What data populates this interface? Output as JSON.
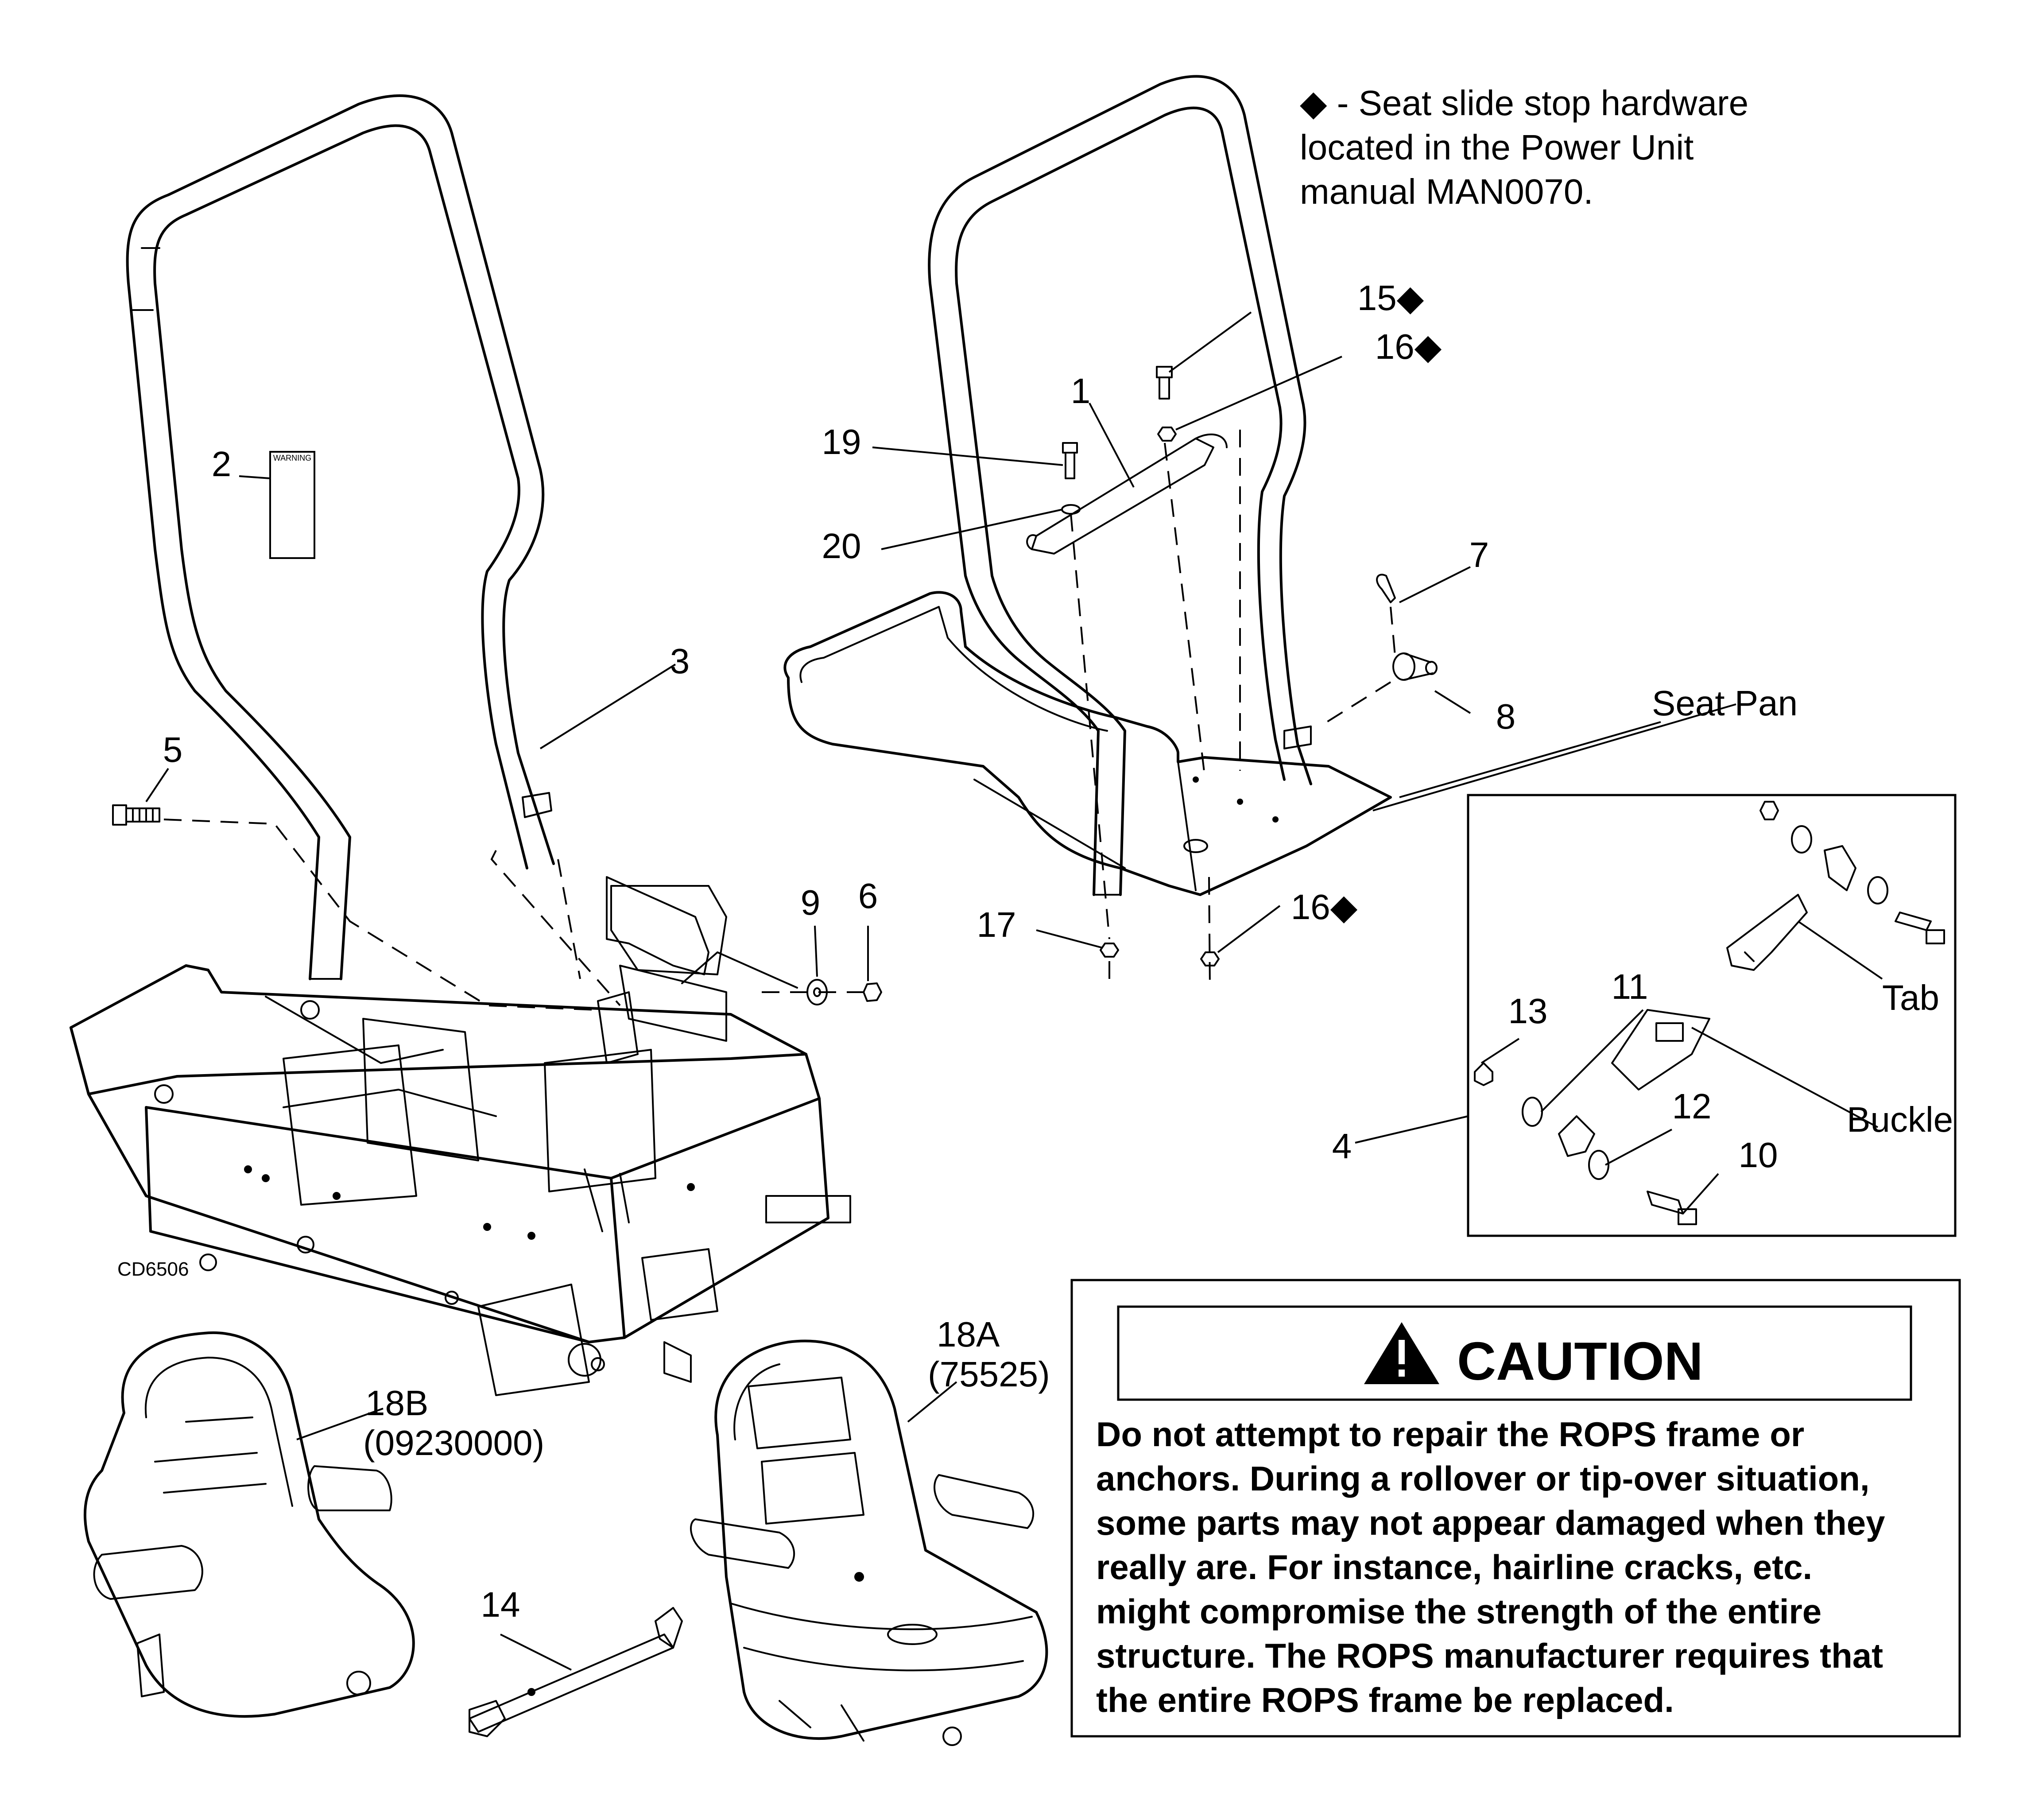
{
  "note": {
    "symbol": "◆",
    "lines": [
      "◆ - Seat slide stop hardware",
      "located in the Power Unit",
      "manual MAN0070."
    ]
  },
  "callouts": {
    "c1": "1",
    "c2": "2",
    "c3": "3",
    "c4": "4",
    "c5": "5",
    "c6": "6",
    "c7": "7",
    "c8": "8",
    "c9": "9",
    "c10": "10",
    "c11": "11",
    "c12": "12",
    "c13": "13",
    "c14": "14",
    "c15": "15◆",
    "c16a": "16◆",
    "c16b": "16◆",
    "c17": "17",
    "c19": "19",
    "c20": "20"
  },
  "labels": {
    "seat_pan": "Seat Pan",
    "tab": "Tab",
    "buckle": "Buckle",
    "seat_18a": "18A",
    "seat_18a_pn": "(75525)",
    "seat_18b": "18B",
    "seat_18b_pn": "(09230000)",
    "decal": "WARNING",
    "drawing_id": "CD6506"
  },
  "caution": {
    "title": "CAUTION",
    "lines": [
      "Do not attempt to repair the ROPS frame or",
      "anchors. During a rollover or tip-over situation,",
      "some parts may not appear damaged when they",
      "really are. For instance, hairline cracks, etc.",
      "might compromise the strength of the entire",
      "structure. The ROPS manufacturer requires that",
      "the entire ROPS frame be replaced."
    ]
  }
}
